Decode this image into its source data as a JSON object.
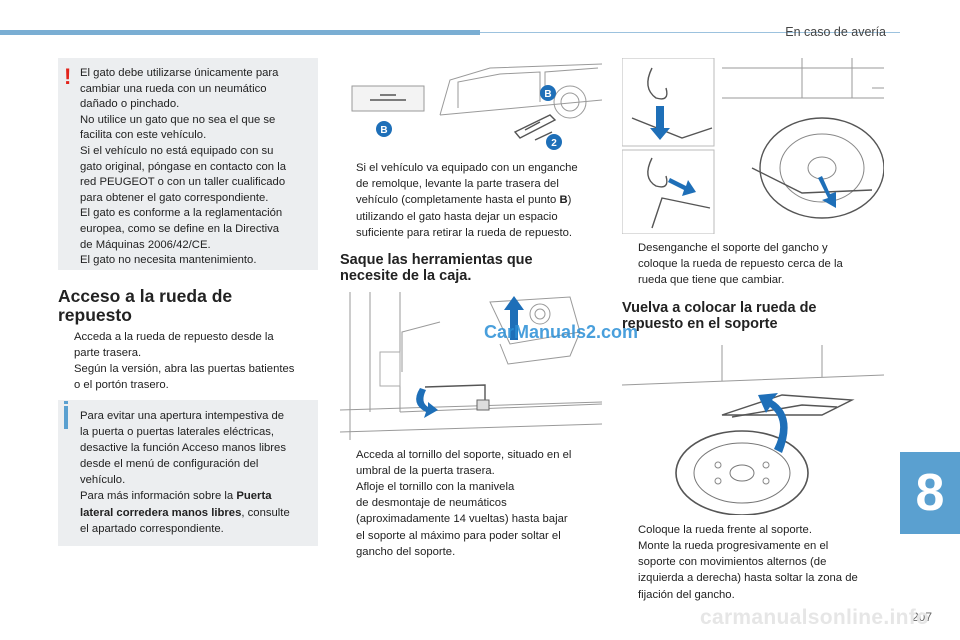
{
  "header": {
    "title": "En caso de avería"
  },
  "chapter": {
    "number": "8"
  },
  "page": {
    "number": "207"
  },
  "watermark": {
    "bottom": "carmanualsonline.info",
    "mid": "CarManuals2.com"
  },
  "warning": {
    "lines": [
      "El gato debe utilizarse únicamente para",
      "cambiar una rueda con un neumático",
      "dañado o pinchado.",
      "No utilice un gato que no sea el que se",
      "facilita con este vehículo.",
      "Si el vehículo no está equipado con su",
      "gato original, póngase en contacto con la",
      "red PEUGEOT o con un taller cualificado",
      "para obtener el gato correspondiente.",
      "El gato es conforme a la reglamentación",
      "europea, como se define en la Directiva",
      "de Máquinas 2006/42/CE.",
      "El gato no necesita mantenimiento."
    ]
  },
  "section1": {
    "title_l1": "Acceso a la rueda de",
    "title_l2": "repuesto",
    "b1_l1": "Acceda a la rueda de repuesto desde la",
    "b1_l2": "parte trasera.",
    "b2_l1": "Según la versión, abra las puertas batientes",
    "b2_l2": "o el portón trasero."
  },
  "info": {
    "l1": "Para evitar una apertura intempestiva de",
    "l2": "la puerta o puertas laterales eléctricas,",
    "l3": "desactive la función Acceso manos libres",
    "l4": "desde el menú de configuración del",
    "l5": "vehículo.",
    "l6_pre": "Para más información sobre la ",
    "l6_bold": "Puerta",
    "l7_bold": "lateral corredera manos libres",
    "l7_post": ", consulte",
    "l8": "el apartado correspondiente."
  },
  "col2": {
    "fig1_label_b1": "B",
    "fig1_label_b2": "B",
    "fig1_label_2": "2",
    "b1_l1": "Si el vehículo va equipado con un enganche",
    "b1_l2": "de remolque, levante la parte trasera del",
    "b1_l3_pre": "vehículo (completamente hasta el punto ",
    "b1_l3_bold": "B",
    "b1_l3_post": ")",
    "b1_l4": "utilizando el gato hasta dejar un espacio",
    "b1_l5": "suficiente para retirar la rueda de repuesto.",
    "h_l1": "Saque las herramientas que",
    "h_l2": "necesite de la caja.",
    "b2_l1": "Acceda al tornillo del soporte, situado en el",
    "b2_l2": "umbral de la puerta trasera.",
    "b3_l1": "Afloje el tornillo con la manivela",
    "b3_l2": "de desmontaje de neumáticos",
    "b3_l3": "(aproximadamente 14 vueltas) hasta bajar",
    "b3_l4": "el soporte al máximo para poder soltar el",
    "b3_l5": "gancho del soporte."
  },
  "col3": {
    "b1_l1": "Desenganche el soporte del gancho y",
    "b1_l2": "coloque la rueda de repuesto cerca de la",
    "b1_l3": "rueda que tiene que cambiar.",
    "h_l1": "Vuelva a colocar la rueda de",
    "h_l2": "repuesto en el soporte",
    "b2_l1": "Coloque la rueda frente al soporte.",
    "b3_l1": "Monte la rueda progresivamente en el",
    "b3_l2": "soporte con movimientos alternos (de",
    "b3_l3": "izquierda a derecha) hasta soltar la zona de",
    "b3_l4": "fijación del gancho."
  },
  "bullet_glyph": "",
  "colors": {
    "accent": "#5aa0d0",
    "warning": "#e2231a",
    "arrow": "#1e6fb8"
  }
}
